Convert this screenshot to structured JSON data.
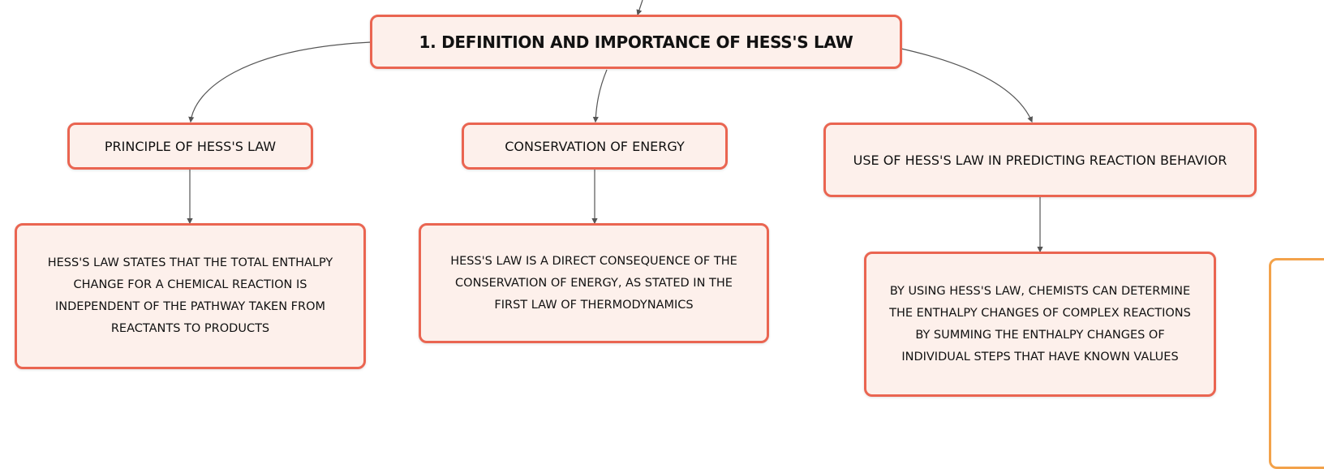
{
  "colors": {
    "border": "#ea6551",
    "fill": "#fdf0eb",
    "partial_border": "#f3a24a",
    "connector": "#555555"
  },
  "main": {
    "title": "1. DEFINITION AND IMPORTANCE OF HESS'S LAW"
  },
  "branches": [
    {
      "title": "PRINCIPLE OF HESS'S LAW",
      "detail": "HESS'S LAW STATES THAT THE TOTAL ENTHALPY CHANGE FOR A CHEMICAL REACTION IS INDEPENDENT OF THE PATHWAY TAKEN FROM REACTANTS TO PRODUCTS"
    },
    {
      "title": "CONSERVATION OF ENERGY",
      "detail": "HESS'S LAW IS A DIRECT CONSEQUENCE OF THE CONSERVATION OF ENERGY, AS STATED IN THE FIRST LAW OF THERMODYNAMICS"
    },
    {
      "title": "USE OF HESS'S LAW IN PREDICTING REACTION BEHAVIOR",
      "detail": "BY USING HESS'S LAW, CHEMISTS CAN DETERMINE THE ENTHALPY CHANGES OF COMPLEX REACTIONS BY SUMMING THE ENTHALPY CHANGES OF INDIVIDUAL STEPS THAT HAVE KNOWN VALUES"
    }
  ]
}
